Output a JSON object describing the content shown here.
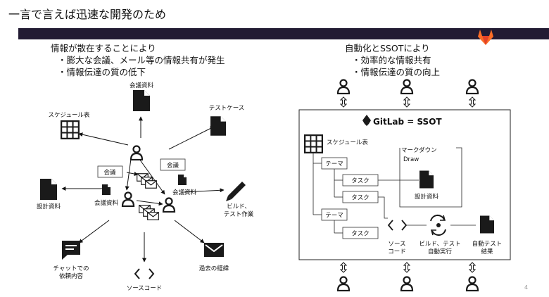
{
  "headline": "一言で言えば迅速な開発のため",
  "page_number": "4",
  "left": {
    "bullets": [
      "情報が散在することにより",
      "・膨大な会議、メール等の情報共有が発生",
      "・情報伝達の質の低下"
    ],
    "nodes": {
      "meeting_doc_top": "会議資料",
      "schedule": "スケジュール表",
      "test_case": "テストケース",
      "meeting_box_1": "会議",
      "meeting_box_2": "会議",
      "meeting_doc_mid_left": "会議資料",
      "meeting_doc_mid_right": "会議資料",
      "design_doc": "設計資料",
      "build_test_line1": "ビルド、",
      "build_test_line2": "テスト作業",
      "chat_line1": "チャットでの",
      "chat_line2": "依頼内容",
      "past_history": "過去の経緯",
      "source_code": "ソースコード"
    }
  },
  "right": {
    "bullets": [
      "自動化とSSOTにより",
      "・効率的な情報共有",
      "・情報伝達の質の向上"
    ],
    "ssot_title": "GitLab = SSOT",
    "schedule": "スケジュール表",
    "theme_1": "テーマ",
    "task_1": "タスク",
    "task_2": "タスク",
    "theme_2": "テーマ",
    "task_3": "タスク",
    "markdown_line1": "マークダウン",
    "markdown_line2": "Draw",
    "design_doc": "設計資料",
    "source_line1": "ソース",
    "source_line2": "コード",
    "build_line1": "ビルド、テスト",
    "build_line2": "自動実行",
    "auto_test_line1": "自動テスト",
    "auto_test_line2": "結果"
  },
  "colors": {
    "top_bar": "#221b33",
    "icon": "#1a1a1a",
    "gitlab_orange": "#fc6d26"
  }
}
